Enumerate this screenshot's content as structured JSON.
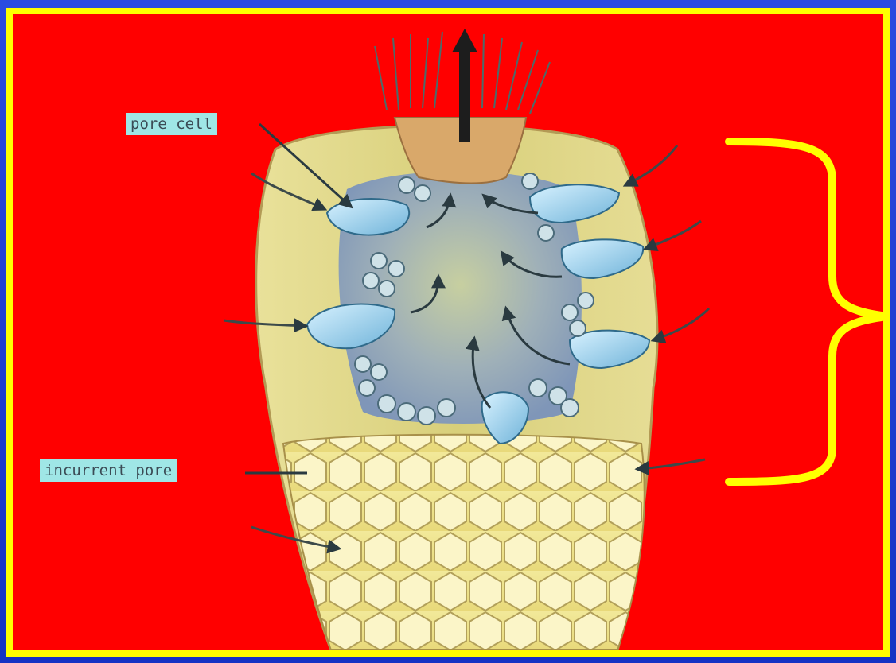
{
  "labels": {
    "pore_cell": "pore cell",
    "incurrent_pore": "incurrent pore"
  },
  "colors": {
    "background": "#ff0000",
    "frame_border": "#ffff00",
    "outer_border": "#1f3fd6",
    "bracket": "#ffff00",
    "label_fill": "#9fe6e6",
    "label_text": "#3b4b55"
  },
  "icons": {
    "bracket": "right-curly-brace"
  }
}
